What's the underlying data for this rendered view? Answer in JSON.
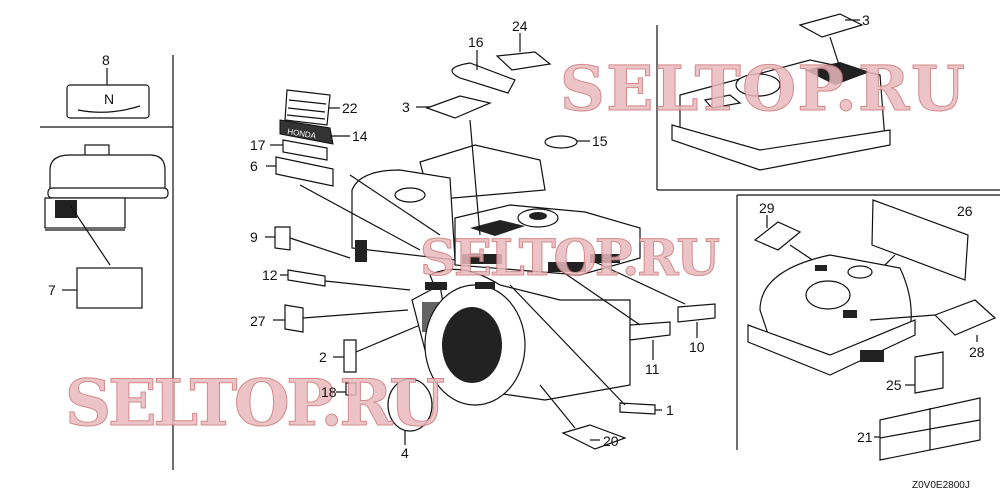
{
  "diagram": {
    "title_code": "Z0V0E2800J",
    "watermark": "SELTOP.RU",
    "brand_on_emblem": "HONDA",
    "callouts": [
      "1",
      "2",
      "3",
      "4",
      "6",
      "7",
      "8",
      "9",
      "10",
      "11",
      "12",
      "14",
      "15",
      "16",
      "17",
      "18",
      "20",
      "21",
      "22",
      "24",
      "25",
      "26",
      "27",
      "28",
      "29"
    ],
    "callout_3_top": "3"
  }
}
